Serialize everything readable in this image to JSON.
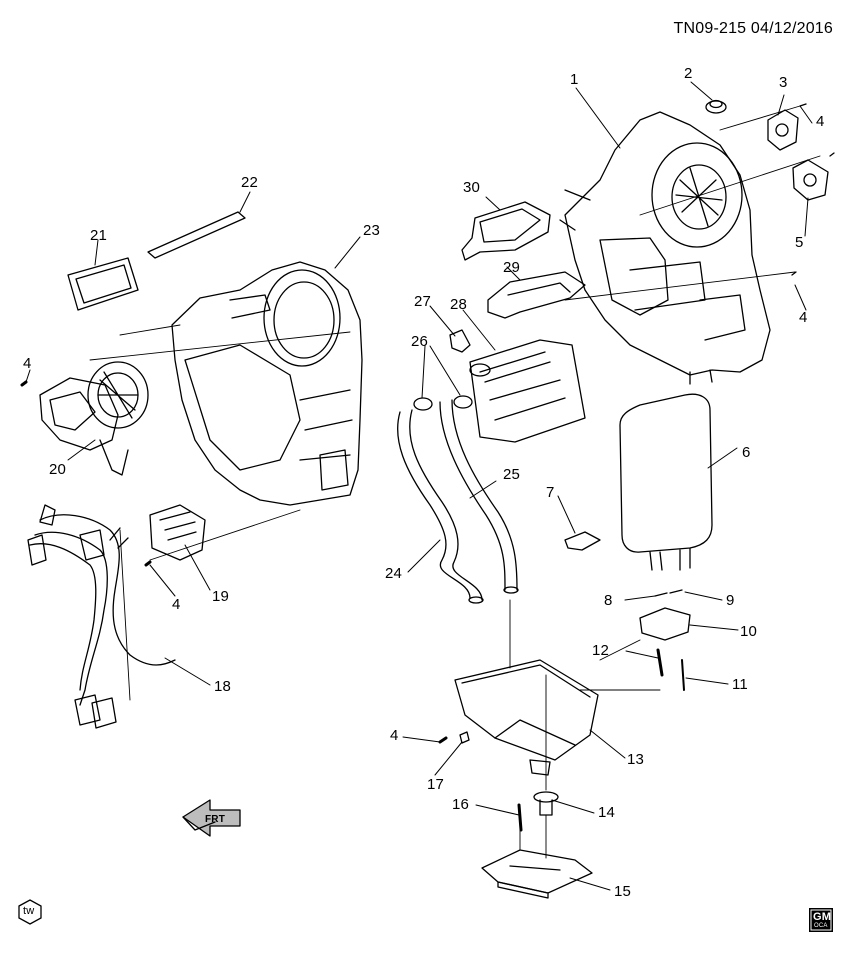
{
  "header": {
    "reference": "TN09-215  04/12/2016"
  },
  "callouts": [
    {
      "id": "c1",
      "text": "1"
    },
    {
      "id": "c2",
      "text": "2"
    },
    {
      "id": "c3",
      "text": "3"
    },
    {
      "id": "c4a",
      "text": "4"
    },
    {
      "id": "c5",
      "text": "5"
    },
    {
      "id": "c4b",
      "text": "4"
    },
    {
      "id": "c30",
      "text": "30"
    },
    {
      "id": "c29",
      "text": "29"
    },
    {
      "id": "c22",
      "text": "22"
    },
    {
      "id": "c21",
      "text": "21"
    },
    {
      "id": "c23",
      "text": "23"
    },
    {
      "id": "c27",
      "text": "27"
    },
    {
      "id": "c28",
      "text": "28"
    },
    {
      "id": "c26",
      "text": "26"
    },
    {
      "id": "c4c",
      "text": "4"
    },
    {
      "id": "c20",
      "text": "20"
    },
    {
      "id": "c6",
      "text": "6"
    },
    {
      "id": "c25",
      "text": "25"
    },
    {
      "id": "c7",
      "text": "7"
    },
    {
      "id": "c24",
      "text": "24"
    },
    {
      "id": "c8",
      "text": "8"
    },
    {
      "id": "c9",
      "text": "9"
    },
    {
      "id": "c10",
      "text": "10"
    },
    {
      "id": "c19",
      "text": "19"
    },
    {
      "id": "c4d",
      "text": "4"
    },
    {
      "id": "c12",
      "text": "12"
    },
    {
      "id": "c11",
      "text": "11"
    },
    {
      "id": "c18",
      "text": "18"
    },
    {
      "id": "c4e",
      "text": "4"
    },
    {
      "id": "c13",
      "text": "13"
    },
    {
      "id": "c17",
      "text": "17"
    },
    {
      "id": "c16",
      "text": "16"
    },
    {
      "id": "c14",
      "text": "14"
    },
    {
      "id": "c15",
      "text": "15"
    }
  ],
  "orientation_marker": {
    "text": "FRT"
  },
  "footer": {
    "left_badge": "tw",
    "right_logo": "GM",
    "right_logo_sub": "OCA"
  },
  "colors": {
    "ink": "#000000",
    "paper": "#ffffff",
    "shade": "#bdbdbd"
  }
}
